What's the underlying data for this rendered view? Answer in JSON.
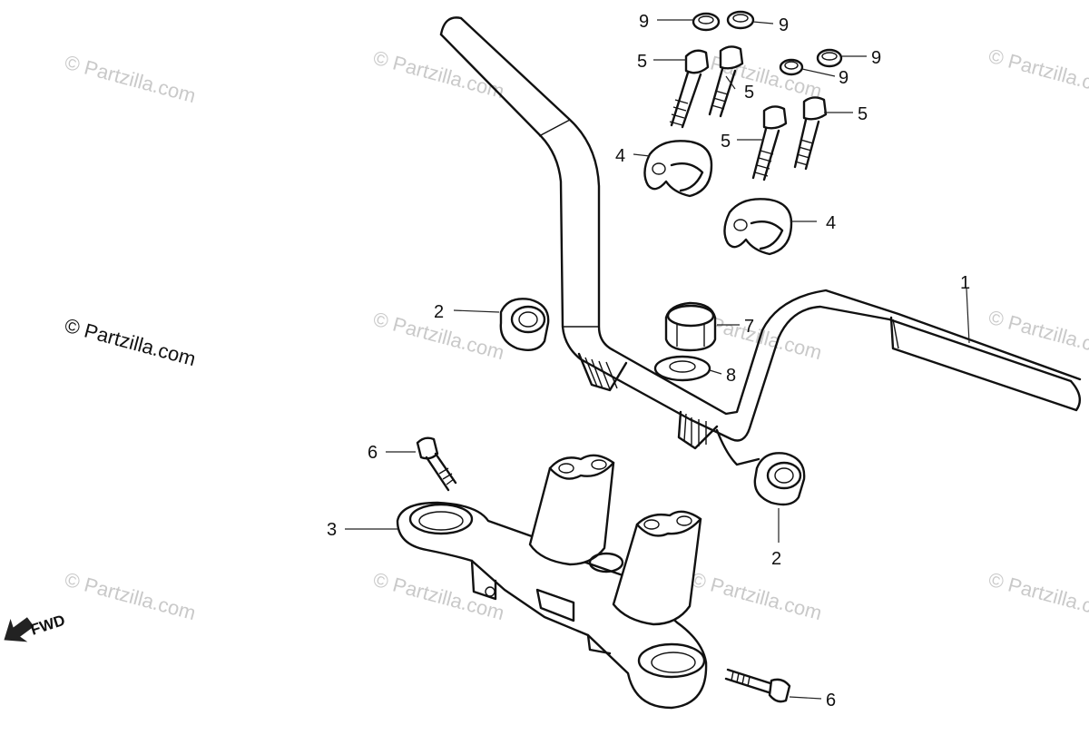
{
  "watermark": "© Partzilla.com",
  "copyright": "© Partzilla.com",
  "direction_label": "FWD",
  "callouts": {
    "handlebar": "1",
    "bushing_upper": "2",
    "bushing_lower": "2",
    "top_bridge": "3",
    "holder_upper": "4",
    "holder_lower": "4",
    "bolt_a": "5",
    "bolt_b": "5",
    "bolt_c": "5",
    "bolt_d": "5",
    "pinch_bolt_upper": "6",
    "pinch_bolt_lower": "6",
    "stem_nut": "7",
    "washer": "8",
    "cap_a": "9",
    "cap_b": "9",
    "cap_c": "9",
    "cap_d": "9"
  }
}
